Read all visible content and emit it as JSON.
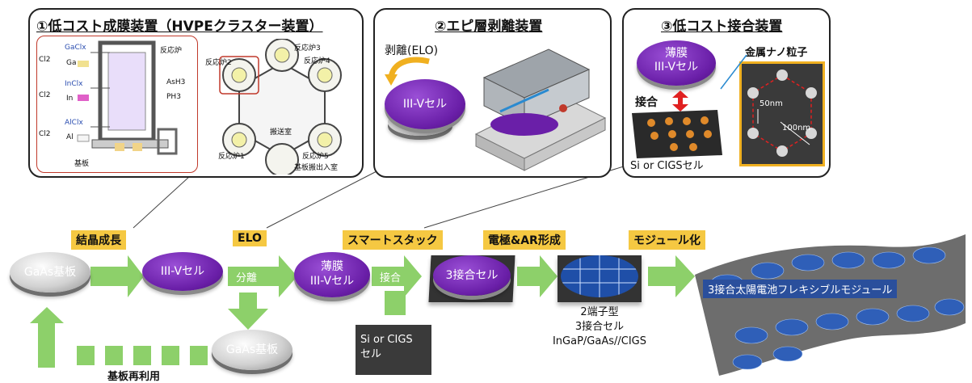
{
  "panels": {
    "p1": {
      "title": "①低コスト成膜装置（HVPEクラスター装置）",
      "hvpe": {
        "reactor": "反応炉",
        "sources": [
          {
            "gas": "GaClx",
            "carrier": "Cl2",
            "metal": "Ga"
          },
          {
            "gas": "InClx",
            "carrier": "Cl2",
            "metal": "In"
          },
          {
            "gas": "AlClx",
            "carrier": "Cl2",
            "metal": "Al"
          }
        ],
        "ash3": "AsH3",
        "ph3": "PH3",
        "substrate": "基板"
      },
      "cluster": {
        "reactors": [
          "反応炉1",
          "反応炉2",
          "反応炉3",
          "反応炉4",
          "反応炉5"
        ],
        "transfer": "搬送室",
        "loadlock": "基板搬出入室"
      }
    },
    "p2": {
      "title": "②エピ層剥離装置",
      "elo_label": "剥離(ELO)",
      "disk_label": "III-Vセル"
    },
    "p3": {
      "title": "③低コスト接合装置",
      "film_label_1": "薄膜",
      "film_label_2": "III-Vセル",
      "bond_label": "接合",
      "nano_label": "金属ナノ粒子",
      "base_label": "Si or CIGSセル",
      "scale_50": "50nm",
      "scale_100": "100nm"
    }
  },
  "process": {
    "tags": [
      "結晶成長",
      "ELO",
      "スマートスタック",
      "電極&AR形成",
      "モジュール化"
    ],
    "gaas1": "GaAs基板",
    "iiiv": "III-Vセル",
    "separation": "分離",
    "thin1": "薄膜",
    "thin2": "III-Vセル",
    "bond": "接合",
    "triple": "3接合セル",
    "si_cigs_1": "Si or CIGS",
    "si_cigs_2": "セル",
    "gaas2": "GaAs基板",
    "reuse": "基板再利用",
    "two_terminal_1": "2端子型",
    "two_terminal_2": "3接合セル",
    "two_terminal_3": "InGaP/GaAs//CIGS",
    "module": "3接合太陽電池フレキシブルモジュール"
  },
  "colors": {
    "arrow": "#8dd06a",
    "tag": "#f5c842",
    "purple": "#6a1fa8",
    "frame_red": "#c0392b"
  }
}
